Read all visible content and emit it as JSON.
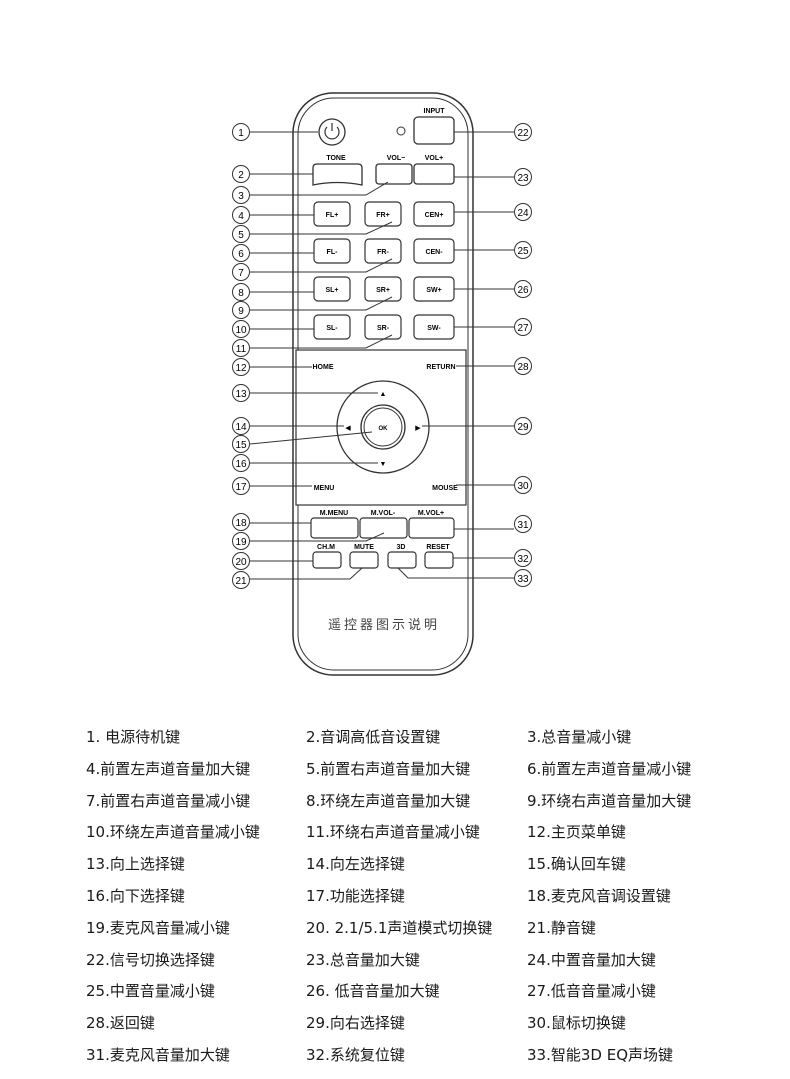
{
  "remote": {
    "power_label": "",
    "input_label": "INPUT",
    "tone_label": "TONE",
    "vol_minus_label": "VOL−",
    "vol_plus_label": "VOL+",
    "fl_plus": "FL+",
    "fr_plus": "FR+",
    "cen_plus": "CEN+",
    "fl_minus": "FL-",
    "fr_minus": "FR-",
    "cen_minus": "CEN-",
    "sl_plus": "SL+",
    "sr_plus": "SR+",
    "sw_plus": "SW+",
    "sl_minus": "SL-",
    "sr_minus": "SR-",
    "sw_minus": "SW-",
    "home": "HOME",
    "return": "RETURN",
    "ok": "OK",
    "menu": "MENU",
    "mouse": "MOUSE",
    "m_menu": "M.MENU",
    "m_vol_minus": "M.VOL-",
    "m_vol_plus": "M.VOL+",
    "chm": "CH.M",
    "mute": "MUTE",
    "three_d": "3D",
    "reset": "RESET",
    "caption": "遥控器图示说明",
    "up_arrow": "▲",
    "down_arrow": "▼",
    "left_arrow": "◀",
    "right_arrow": "▶"
  },
  "callouts": [
    "①",
    "②",
    "③",
    "④",
    "⑤",
    "⑥",
    "⑦",
    "⑧",
    "⑨",
    "⑩",
    "⑪",
    "⑫",
    "⑬",
    "⑭",
    "⑮",
    "⑯",
    "⑰",
    "㉒",
    "㉓",
    "㉔",
    "㉕",
    "㉖",
    "㉗",
    "㉘",
    "㉙",
    "㉚",
    "㉛",
    "⑱",
    "⑲",
    "⑳",
    "㉑",
    "㉜",
    "㉝"
  ],
  "legend": [
    "1. 电源待机键",
    "2.音调高低音设置键",
    "3.总音量减小键",
    "4.前置左声道音量加大键",
    "5.前置右声道音量加大键",
    "6.前置左声道音量减小键",
    "7.前置右声道音量减小键",
    "8.环绕左声道音量加大键",
    "9.环绕右声道音量加大键",
    "10.环绕左声道音量减小键",
    "11.环绕右声道音量减小键",
    "12.主页菜单键",
    "13.向上选择键",
    "14.向左选择键",
    "15.确认回车键",
    "16.向下选择键",
    "17.功能选择键",
    "18.麦克风音调设置键",
    "19.麦克风音量减小键",
    "20. 2.1/5.1声道模式切换键",
    "21.静音键",
    "22.信号切换选择键",
    "23.总音量加大键",
    "24.中置音量加大键",
    "25.中置音量减小键",
    "26. 低音音量加大键",
    "27.低音音量减小键",
    "28.返回键",
    "29.向右选择键",
    "30.鼠标切换键",
    "31.麦克风音量加大键",
    "32.系统复位键",
    "33.智能3D EQ声场键"
  ]
}
